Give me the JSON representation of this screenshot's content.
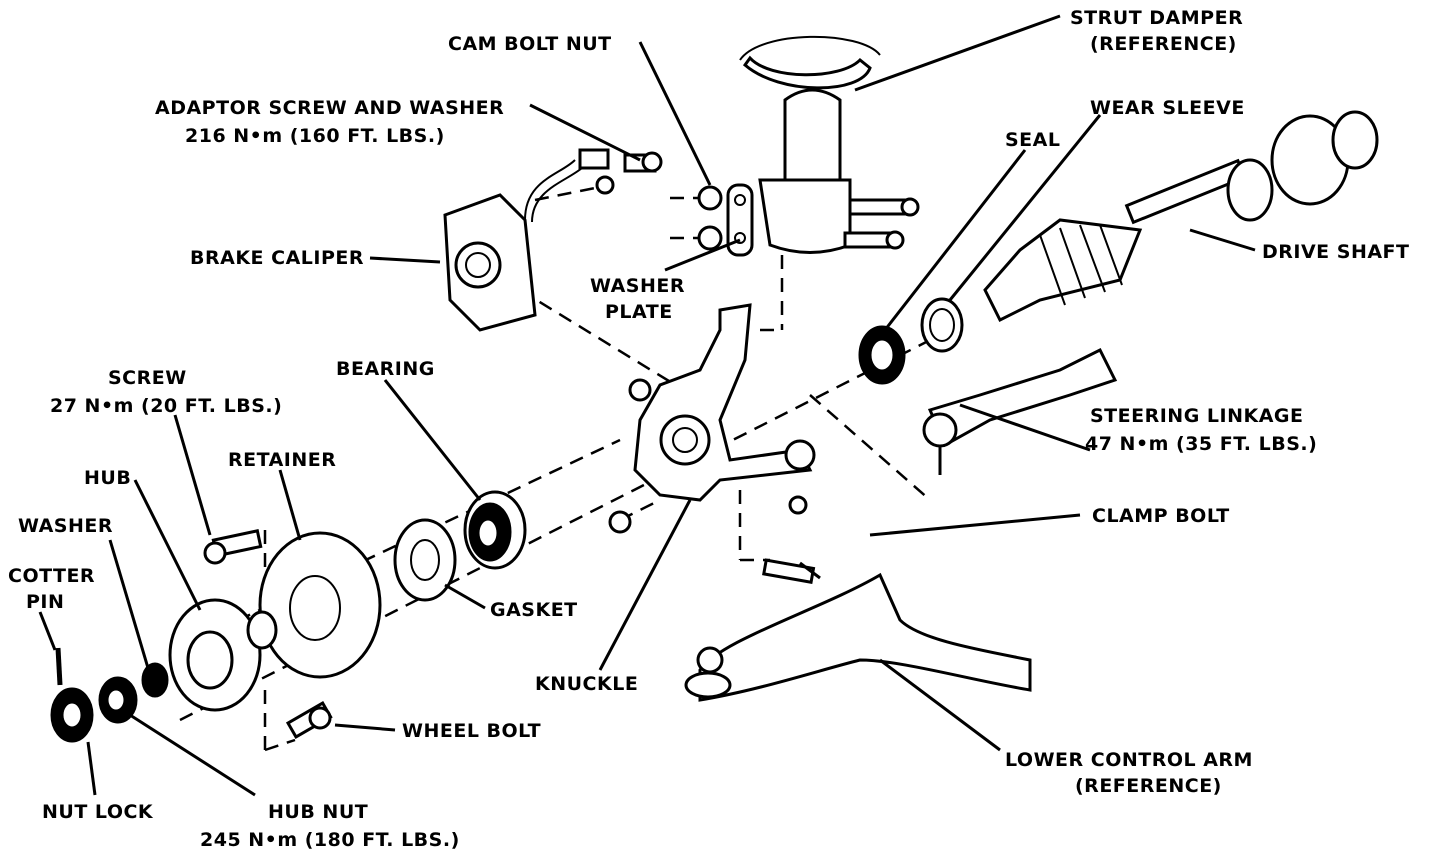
{
  "labels": {
    "strut_damper": [
      "STRUT DAMPER",
      "(REFERENCE)"
    ],
    "cam_bolt_nut": "CAM BOLT NUT",
    "adaptor_screw": [
      "ADAPTOR SCREW AND WASHER",
      "216 N•m (160 FT. LBS.)"
    ],
    "wear_sleeve": "WEAR SLEEVE",
    "seal": "SEAL",
    "drive_shaft": "DRIVE SHAFT",
    "brake_caliper": "BRAKE CALIPER",
    "washer_plate": [
      "WASHER",
      "PLATE"
    ],
    "screw": [
      "SCREW",
      "27 N•m (20 FT. LBS.)"
    ],
    "bearing": "BEARING",
    "retainer": "RETAINER",
    "hub": "HUB",
    "washer": "WASHER",
    "cotter_pin": [
      "COTTER",
      "PIN"
    ],
    "steering_linkage": [
      "STEERING LINKAGE",
      "47 N•m (35 FT. LBS.)"
    ],
    "clamp_bolt": "CLAMP BOLT",
    "gasket": "GASKET",
    "knuckle": "KNUCKLE",
    "wheel_bolt": "WHEEL BOLT",
    "lower_control_arm": [
      "LOWER CONTROL ARM",
      "(REFERENCE)"
    ],
    "nut_lock": "NUT LOCK",
    "hub_nut": [
      "HUB NUT",
      "245 N•m (180 FT. LBS.)"
    ]
  }
}
